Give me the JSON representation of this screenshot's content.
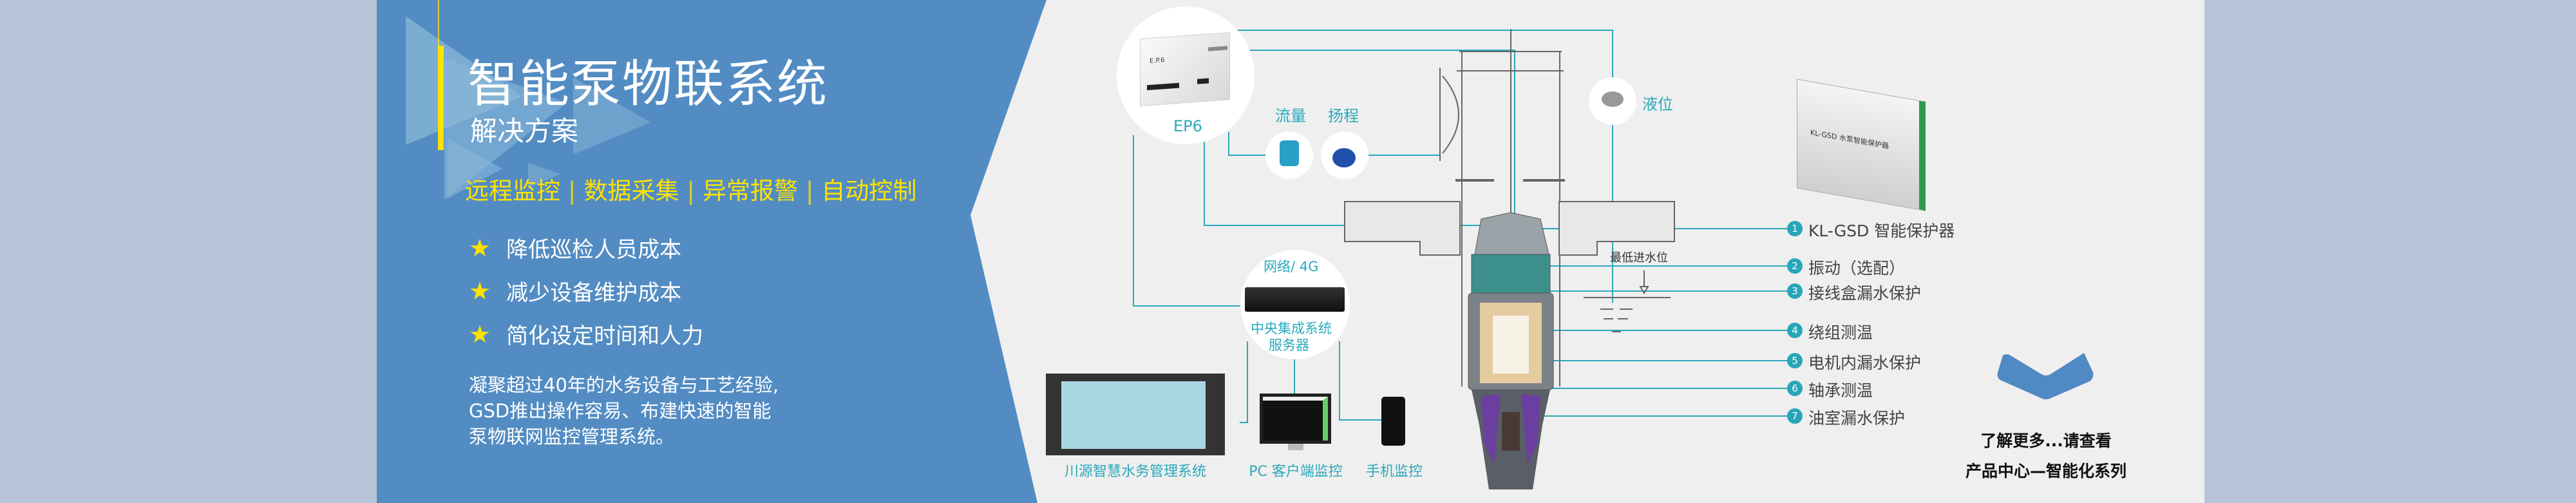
{
  "left_panel": {
    "title": "智能泵物联系统",
    "subtitle": "解决方案",
    "features": [
      "远程监控",
      "数据采集",
      "异常报警",
      "自动控制"
    ],
    "feature_separator": "|",
    "benefits": [
      "降低巡检人员成本",
      "减少设备维护成本",
      "简化设定时间和人力"
    ],
    "star_icon": "★",
    "paragraph": [
      "凝聚超过40年的水务设备与工艺经验,",
      "GSD推出操作容易、布建快速的智能",
      "泵物联网监控管理系统。"
    ]
  },
  "diagram": {
    "ep6_label": "EP6",
    "ep6_device_text": "E.P.6",
    "flow_label": "流量",
    "head_label": "扬程",
    "level_label": "液位",
    "network_label": "网络/ 4G",
    "server_label_1": "中央集成系统",
    "server_label_2": "服务器",
    "min_water_label": "最低进水位",
    "device_text": "KL-GSD 水泵智能保护器",
    "items": [
      {
        "num": "1",
        "label": "KL-GSD 智能保护器"
      },
      {
        "num": "2",
        "label": "振动（选配）"
      },
      {
        "num": "3",
        "label": "接线盒漏水保护"
      },
      {
        "num": "4",
        "label": "绕组测温"
      },
      {
        "num": "5",
        "label": "电机内漏水保护"
      },
      {
        "num": "6",
        "label": "轴承测温"
      },
      {
        "num": "7",
        "label": "油室漏水保护"
      }
    ],
    "bottom_labels": [
      "川源智慧水务管理系统",
      "PC 客户端监控",
      "手机监控"
    ],
    "accent": "#2aa9bb"
  },
  "cta": {
    "line1": "了解更多...请查看",
    "line2": "产品中心—智能化系列",
    "accent": "#5089c3"
  }
}
